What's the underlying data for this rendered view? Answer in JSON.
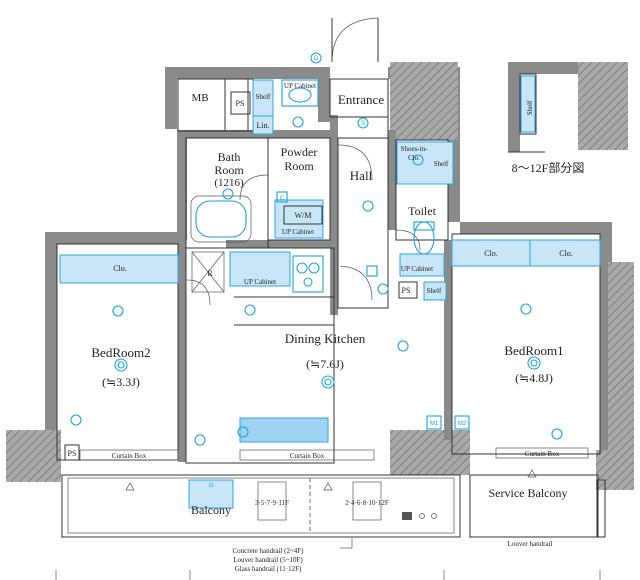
{
  "rooms": {
    "entrance": "Entrance",
    "hall": "Hall",
    "toilet": "Toilet",
    "bath_line1": "Bath",
    "bath_line2": "Room",
    "bath_size": "(1216)",
    "powder_line1": "Powder",
    "powder_line2": "Room",
    "dining": "Dining Kitchen",
    "dining_area": "(≒7.6J)",
    "bed2": "BedRoom2",
    "bed2_area": "(≒3.3J)",
    "bed1": "BedRoom1",
    "bed1_area": "(≒4.8J)",
    "balcony": "Balcony",
    "service_balcony": "Service Balcony"
  },
  "fixtures": {
    "mb": "MB",
    "ps": "PS",
    "shelf": "Shelf",
    "lin": "Lin.",
    "shoes_line1": "Shoes-in-",
    "shoes_line2": "Clo.",
    "wm": "W/M",
    "up_cabinet": "UP Cabinet",
    "clo": "Clo.",
    "r": "R",
    "m1": "M1",
    "m2": "M2",
    "curtain_box": "Curtain Box",
    "louver": "Louver handrail",
    "floors_a": "3·5·7·9·11F",
    "floors_b": "2·4·6·8·10·12F",
    "g": "G",
    "c": "C",
    "d": "D",
    "s": "S"
  },
  "inset": {
    "caption": "8～12F部分図",
    "shelf": "Shelf"
  },
  "handrail_notes": [
    "Concrete handrail (2~4F)",
    "Louver handrail (5~10F)",
    "Glass handrail (11·12F)"
  ]
}
